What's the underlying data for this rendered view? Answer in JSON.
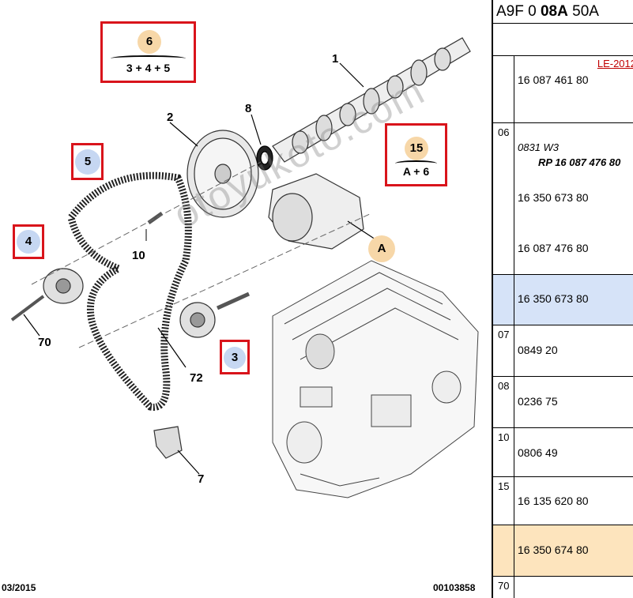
{
  "diagram": {
    "callouts": {
      "c1": "1",
      "c2": "2",
      "c8": "8",
      "c10": "10",
      "c70": "70",
      "c72": "72",
      "c7": "7",
      "cA": "A"
    },
    "boxes": {
      "box6": {
        "num": "6",
        "formula": "3 + 4 + 5"
      },
      "box15": {
        "num": "15",
        "formula": "A + 6"
      },
      "box5": {
        "num": "5"
      },
      "box4": {
        "num": "4"
      },
      "box3": {
        "num": "3"
      }
    },
    "footer_left": "03/2015",
    "footer_right": "00103858",
    "watermark": "otoyukoto.com",
    "colors": {
      "red": "#d9141b",
      "blue_circle": "#c6d7f2",
      "orange_circle": "#f7d7a8"
    }
  },
  "panel": {
    "title_pre": "A9F 0 ",
    "title_bold": "08A",
    "title_post": " 50A",
    "rows": [
      {
        "group": "",
        "refs": []
      },
      {
        "group": "",
        "note": "LE-2012",
        "refs": [
          "16 087 461 80"
        ]
      },
      {
        "group": "06",
        "sub1": "0831 W3",
        "sub2": "RP 16 087 476 80",
        "refs": [
          "16 350 673 80",
          "16 087 476 80"
        ]
      },
      {
        "group": "",
        "refs": [
          "16 350 673 80"
        ]
      },
      {
        "group": "07",
        "refs": [
          "0849 20"
        ]
      },
      {
        "group": "08",
        "refs": [
          "0236 75"
        ]
      },
      {
        "group": "10",
        "refs": [
          "0806 49"
        ]
      },
      {
        "group": "15",
        "refs": [
          "16 135 620 80"
        ]
      },
      {
        "group": "",
        "refs": [
          "16 350 674 80"
        ]
      },
      {
        "group": "70",
        "refs": []
      }
    ],
    "highlight_blue": "#d6e3f8",
    "highlight_orange": "#fde4bd"
  }
}
